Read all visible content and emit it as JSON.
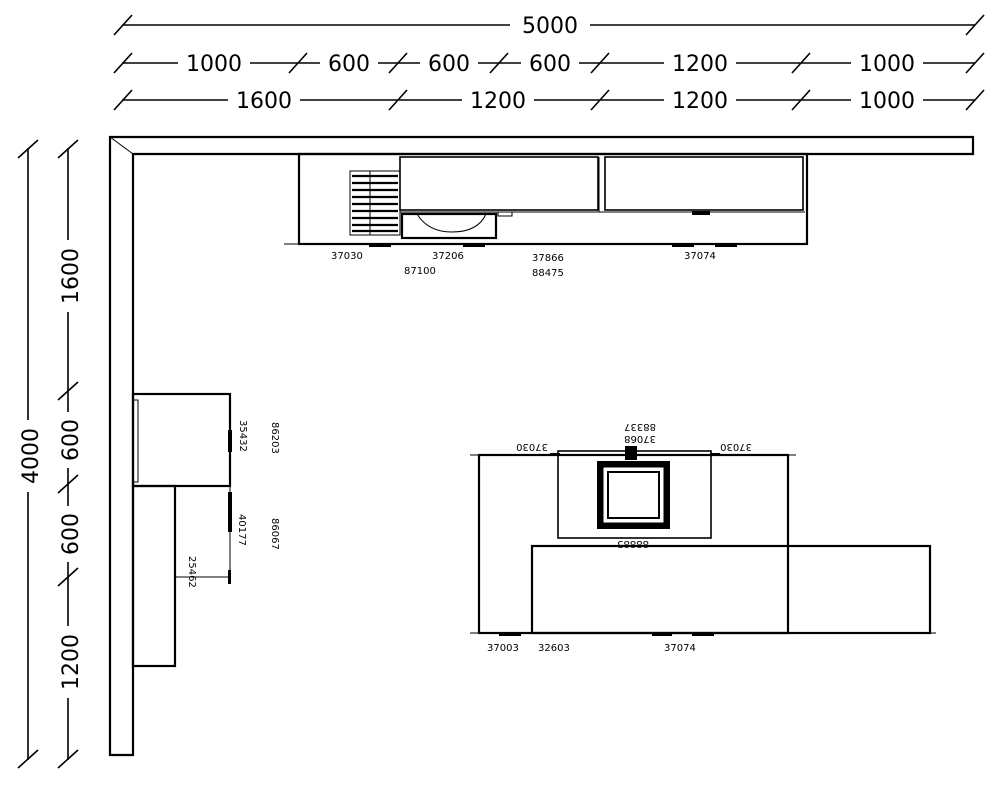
{
  "dimensions": {
    "total_width": "5000",
    "row1": [
      "1000",
      "600",
      "600",
      "600",
      "1200",
      "1000"
    ],
    "row2": [
      "1600",
      "1200",
      "1200",
      "1000"
    ],
    "total_height": "4000",
    "left_segments": [
      "1600",
      "600",
      "600",
      "1200"
    ]
  },
  "codes": {
    "top": [
      "37030",
      "37206",
      "37866",
      "87100",
      "88475",
      "37074"
    ],
    "left": [
      "35432",
      "86203",
      "40177",
      "86067",
      "25462"
    ],
    "island_upper": [
      "88337",
      "37068",
      "37030",
      "37030",
      "88885"
    ],
    "island_lower": [
      "37003",
      "32603",
      "37074"
    ]
  }
}
